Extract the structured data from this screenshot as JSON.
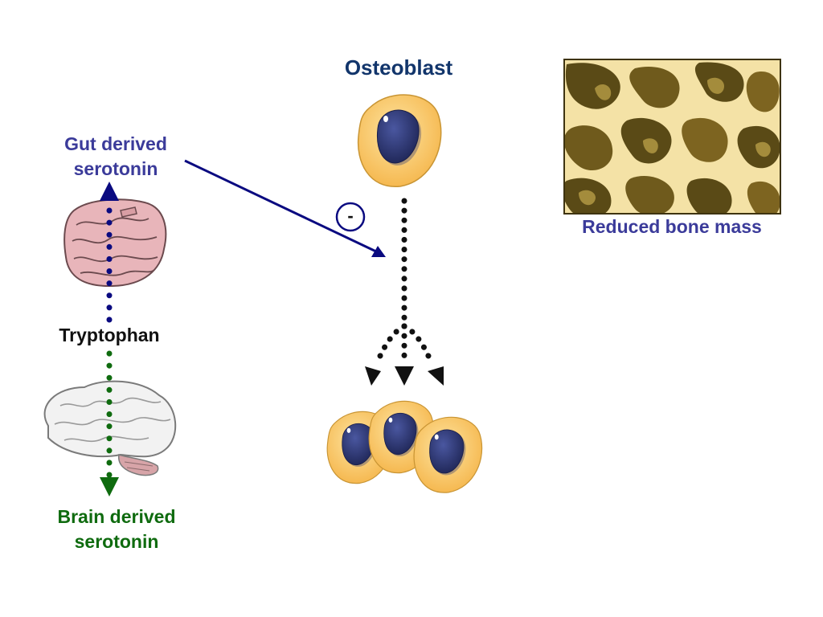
{
  "labels": {
    "osteoblast": "Osteoblast",
    "gut_line1": "Gut derived",
    "gut_line2": "serotonin",
    "tryptophan": "Tryptophan",
    "brain_line1": "Brain derived",
    "brain_line2": "serotonin",
    "bone": "Reduced bone mass",
    "inhibition": "-"
  },
  "colors": {
    "gut_blue": "#3b3b9a",
    "osteoblast_title": "#12356b",
    "brain_green": "#0f6b0f",
    "arrow_navy": "#0a0a80",
    "cell_fill": "#f9c46a",
    "cell_edge": "#c99534",
    "nucleus": "#2c3570",
    "bone_light": "#f4e2a6",
    "bone_dark": "#5a4a16"
  },
  "icons": [
    "intestine-icon",
    "brain-icon",
    "osteoblast-cell-icon",
    "bone-tissue-icon"
  ]
}
